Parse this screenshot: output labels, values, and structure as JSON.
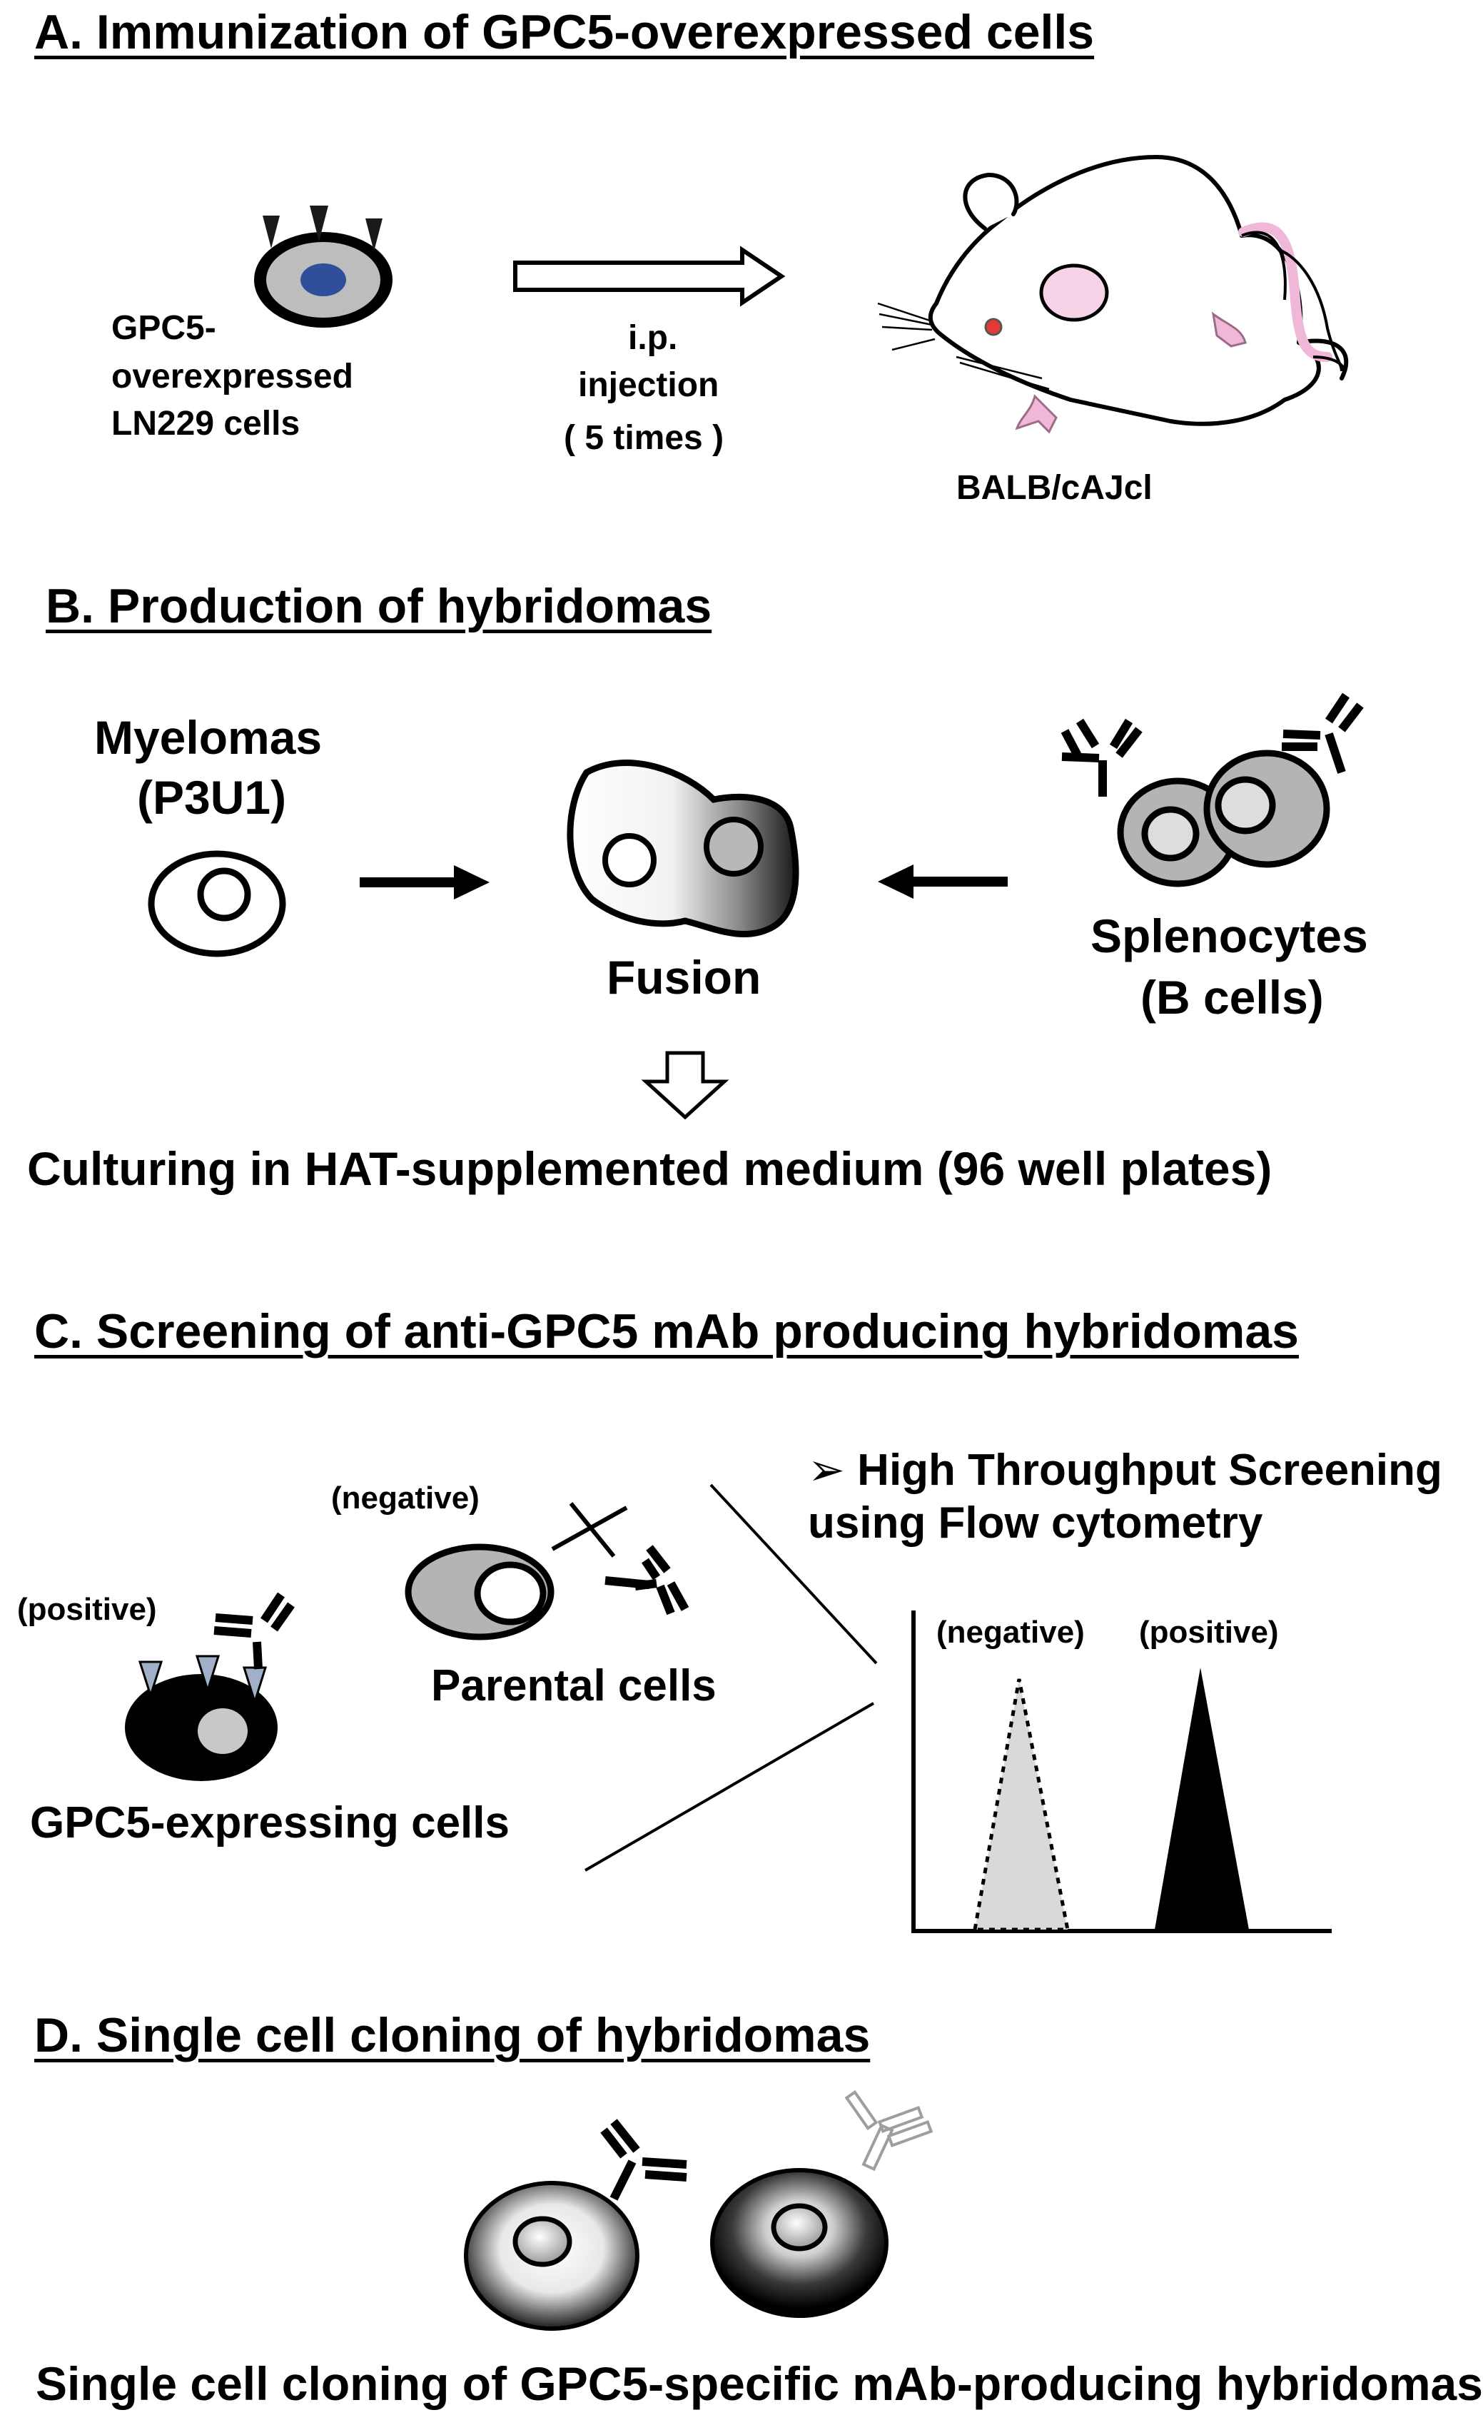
{
  "sections": {
    "A": {
      "heading": "A. Immunization of GPC5-overexpressed cells",
      "cell_label": [
        "GPC5-",
        "overexpressed",
        "LN229 cells"
      ],
      "arrow_label": [
        "i.p.",
        "injection",
        "( 5 times )"
      ],
      "mouse_label": "BALB/cAJcl"
    },
    "B": {
      "heading": "B. Production of hybridomas",
      "myeloma_label": [
        "Myelomas",
        "(P3U1)"
      ],
      "fusion_label": "Fusion",
      "splenocyte_label": [
        "Splenocytes",
        "(B cells)"
      ],
      "culture_label": "Culturing in HAT-supplemented medium (96 well plates)"
    },
    "C": {
      "heading": "C. Screening of anti-GPC5 mAb producing hybridomas",
      "negative_label": "(negative)",
      "positive_label": "(positive)",
      "parental_label": "Parental cells",
      "expressing_label": "GPC5-expressing cells",
      "hts_label": [
        "➢ High Throughput Screening",
        "using Flow cytometry"
      ],
      "plot_negative_label": "(negative)",
      "plot_positive_label": "(positive)"
    },
    "D": {
      "heading": "D. Single cell cloning of hybridomas",
      "caption": "Single cell cloning of GPC5-specific mAb-producing hybridomas"
    }
  },
  "colors": {
    "cell_nucleus_blue": "#2f4f9a",
    "cell_gray": "#bdbdbd",
    "mouse_pink": "#f0b8d8",
    "plot_negative_fill": "#d9d9d9"
  }
}
